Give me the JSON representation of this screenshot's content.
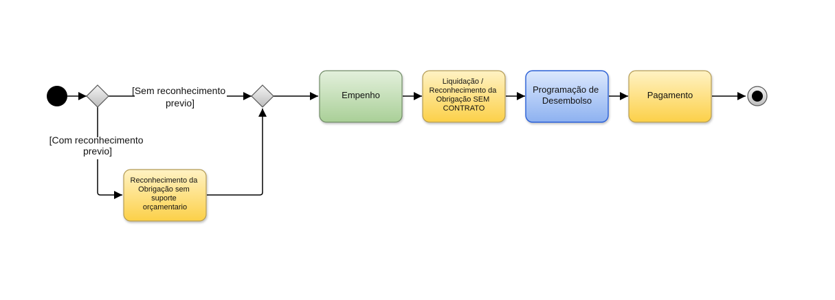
{
  "nodes": {
    "reconhecimento": [
      "Reconhecimento da",
      "Obrigação sem",
      "suporte",
      "orçamentario"
    ],
    "empenho": [
      "Empenho"
    ],
    "liquidacao": [
      "Liquidação /",
      "Reconhecimento da",
      "Obrigação SEM",
      "CONTRATO"
    ],
    "programacao": [
      "Programação de",
      "Desembolso"
    ],
    "pagamento": [
      "Pagamento"
    ]
  },
  "guards": {
    "sem": [
      "[Sem reconhecimento",
      "previo]"
    ],
    "com": [
      "[Com reconhecimento",
      "previo]"
    ]
  },
  "colors": {
    "yellow_fill": "#fcd86a",
    "yellow_stroke": "#b8a04a",
    "green_fill": "#b6d7a8",
    "green_stroke": "#6a8a62",
    "blue_fill": "#9fbff2",
    "blue_stroke": "#2a5fd6",
    "decision_fill": "#cfcfcf",
    "decision_stroke": "#555555"
  }
}
